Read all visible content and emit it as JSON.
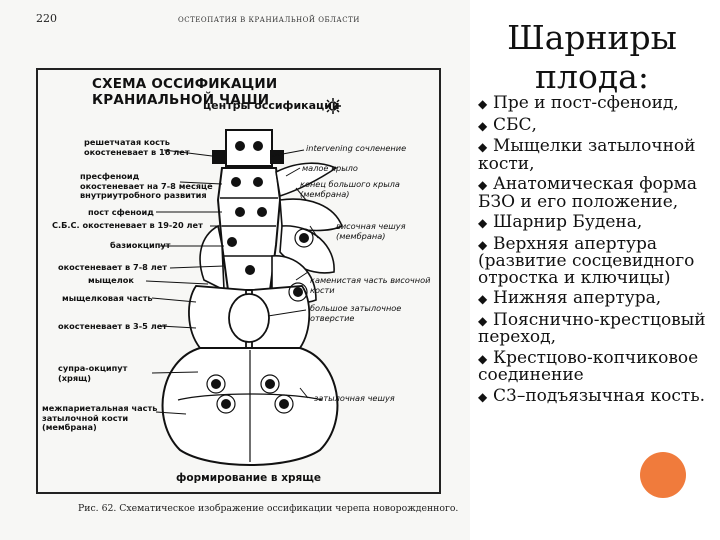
{
  "scan": {
    "page_number": "220",
    "running_head": "ОСТЕОПАТИЯ В КРАНИАЛЬНОЙ ОБЛАСТИ",
    "scheme_title": "СХЕМА ОССИФИКАЦИИ КРАНИАЛЬНОЙ ЧАШИ",
    "centers_label": "центры оссификации",
    "labels_left": {
      "ethmoid": "решетчатая кость\nокостеневает в 16 лет",
      "presphenoid": "пресфеноид\nокостеневает на 7-8 месяце\nвнутриутробного развития",
      "postsphenoid": "пост сфеноид",
      "sbs": "С.Б.С. окостеневает в 19-20 лет",
      "basiocciput": "базиокципут",
      "ossifies_78": "окостеневает в 7-8 лет",
      "condyle": "мыщелок",
      "condylar_part": "мыщелковая часть",
      "ossifies_35": "окостеневает в 3-5 лет",
      "supraocciput": "супра-окципут\n(хрящ)",
      "interparietal": "межпариетальная часть\nзатылочной кости\n(мембрана)"
    },
    "labels_right": {
      "intervening": "intervening сочленение",
      "lesser_wing": "малое крыло",
      "greater_wing": "конец большого крыла\n(мембрана)",
      "temporal_squama": "височная чешуя\n(мембрана)",
      "petrous": "каменистая часть височной\nкости",
      "foramen_magnum": "большое затылочное\nотверстие",
      "occipital_squama": "затылочная чешуя"
    },
    "bottom_label": "формирование в хряще",
    "caption": "Рис. 62. Схематическое изображение оссификации черепа новорожденного."
  },
  "slide": {
    "title_line1": "Шарниры",
    "title_line2": "плода:",
    "bullet_glyph": "◆",
    "items": [
      "Пре и пост-сфеноид,",
      "СБС,",
      "Мыщелки затылочной кости,",
      "Анатомическая форма БЗО и его положение,",
      "Шарнир Будена,",
      "Верхняя апертура (развитие сосцевидного отростка и ключицы)",
      "Нижняя апертура,",
      "Пояснично-крестцовый переход,",
      "Крестцово-копчиковое соединение",
      "С3–подъязычная кость."
    ],
    "accent_color": "#f07b3c"
  }
}
